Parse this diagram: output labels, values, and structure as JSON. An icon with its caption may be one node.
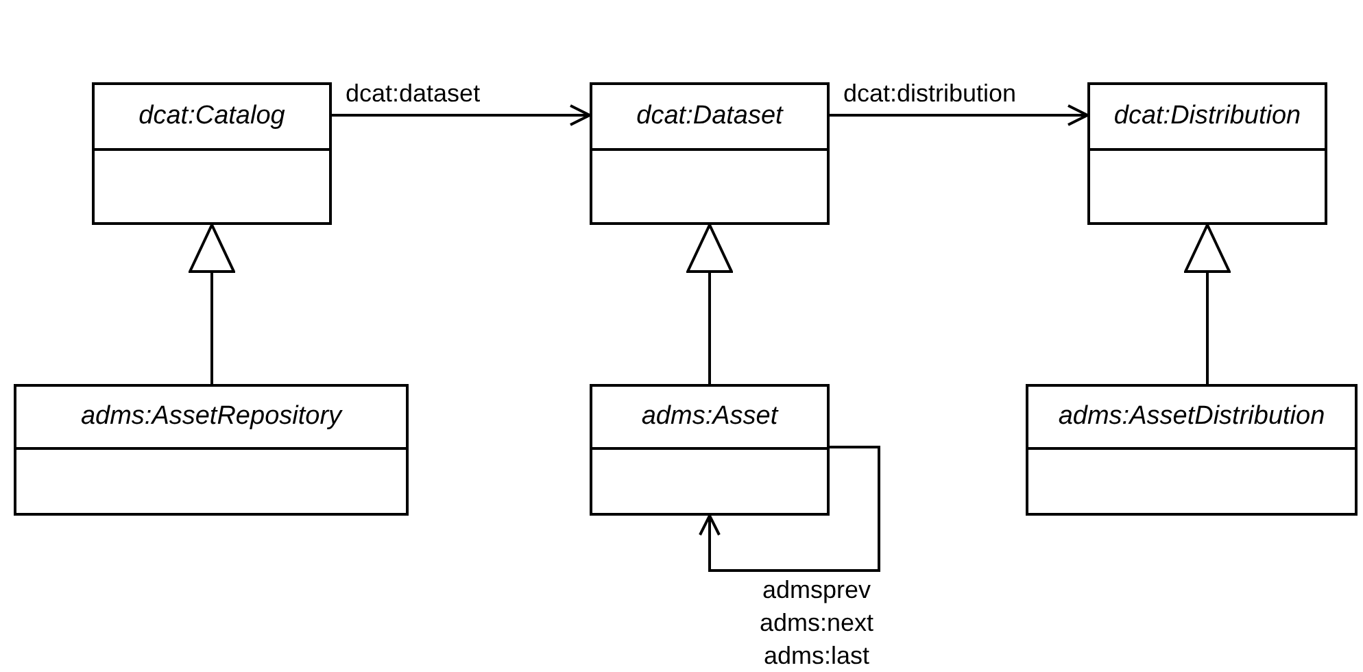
{
  "diagram": {
    "nodes": [
      {
        "text": [
          "dcat:Catalog"
        ]
      },
      {
        "text": [
          "dcat:Dataset"
        ]
      },
      {
        "text": [
          "dcat:Distribution"
        ]
      },
      {
        "text": [
          "adms:AssetRepository"
        ]
      },
      {
        "text": [
          "adms:Asset"
        ]
      },
      {
        "text": [
          "adms:AssetDistribution"
        ]
      }
    ],
    "edges": [
      {
        "from": 0,
        "to": 1,
        "label": "dcat:dataset",
        "arrow": "to"
      },
      {
        "from": 1,
        "to": 2,
        "label": "dcat:distribution",
        "arrow": "to"
      },
      {
        "from": 3,
        "to": 0,
        "arrow": "to"
      },
      {
        "from": 4,
        "to": 1,
        "arrow": "to"
      },
      {
        "from": 5,
        "to": 2,
        "arrow": "to"
      },
      {
        "from": 4,
        "to": 4,
        "label": "admsprev adms:next adms:last",
        "arrow": "to"
      }
    ]
  }
}
